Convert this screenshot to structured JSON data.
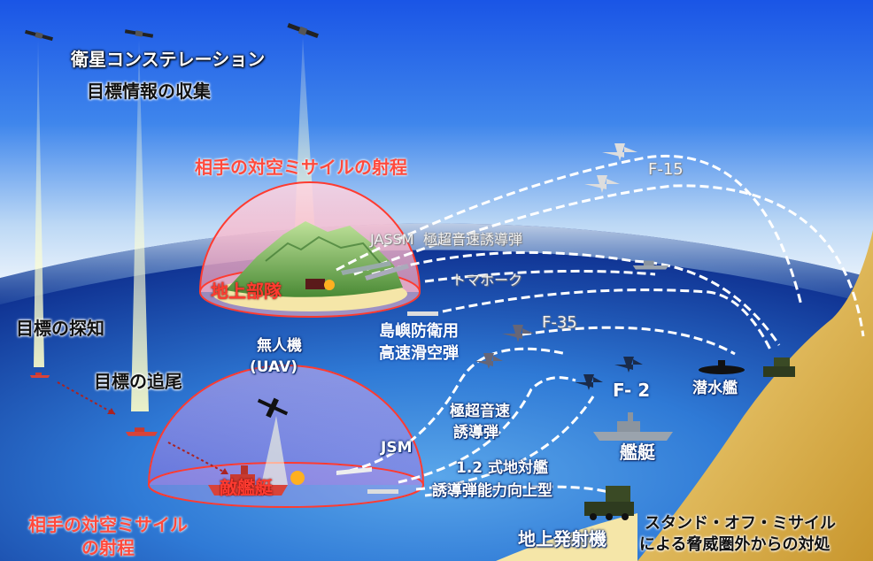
{
  "labels": {
    "satellite_constellation": "衛星コンステレーション",
    "target_info_collection": "目標情報の収集",
    "enemy_sam_range_top": "相手の対空ミサイルの射程",
    "ground_unit": "地上部隊",
    "jassm": "JASSM",
    "hypersonic_guided": "極超音速誘導弾",
    "tomahawk": "トマホーク",
    "f15": "F-15",
    "f35": "F-35",
    "island_defense_glide": [
      "島嶼防衛用",
      "高速滑空弾"
    ],
    "target_detection": "目標の探知",
    "uav": [
      "無人機",
      "(UAV)"
    ],
    "target_tracking": "目標の追尾",
    "hypersonic_short": [
      "極超音速",
      "誘導弾"
    ],
    "jsm": "JSM",
    "type12": [
      "1.2 式地対艦",
      "誘導弾能力向上型"
    ],
    "enemy_ship": "敵艦艇",
    "enemy_sam_range_bottom": [
      "相手の対空ミサイル",
      "の射程"
    ],
    "submarine": "潜水艦",
    "f2": "F- 2",
    "warship": "艦艇",
    "ground_launcher": "地上発射機",
    "standoff": [
      "スタンド・オフ・ミサイル",
      "による脅威圏外からの対処"
    ]
  },
  "colors": {
    "sky_top": "#1a55e6",
    "sky_bottom": "#ffffff",
    "sea_dark": "#0d2f8c",
    "sea_light": "#3d8ee0",
    "sand": "#f5e6a8",
    "sam_dome_top": "#f5b0c4",
    "sam_dome_bottom": "#c9a0e8",
    "dome_outline": "#ff3b30",
    "label_red": "#ff4a3d"
  }
}
